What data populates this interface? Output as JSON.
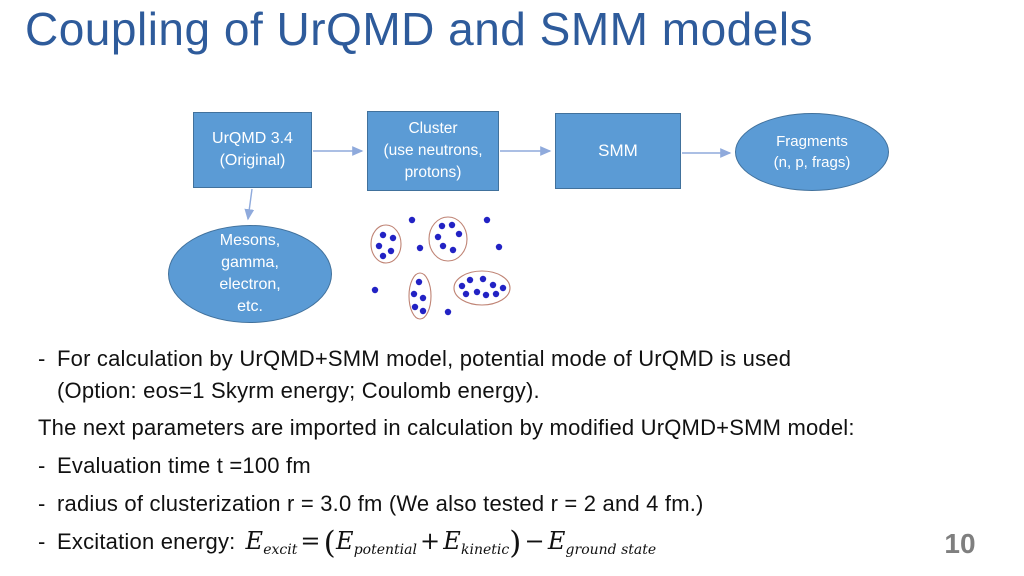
{
  "slide": {
    "title": "Coupling of UrQMD and SMM models",
    "page_number": "10"
  },
  "colors": {
    "title_text": "#2E5B9B",
    "shape_fill": "#5B9BD5",
    "shape_border": "#41719C",
    "connector": "#8FAADC",
    "scatter_dot": "#2222C4",
    "cluster_outline": "#BF8374",
    "body_text": "#111111",
    "page_number": "#7F7F7F"
  },
  "diagram": {
    "box_urqmd": "UrQMD 3.4\n(Original)",
    "box_cluster": "Cluster\n(use neutrons,\nprotons)",
    "box_smm": "SMM",
    "ellipse_fragments": "Fragments\n(n, p, frags)",
    "ellipse_mesons": "Mesons,\ngamma,\nelectron,\netc."
  },
  "body": {
    "dash": "-",
    "line1": "For calculation by UrQMD+SMM model, potential mode of UrQMD is used",
    "line2": "(Option: eos=1 Skyrm energy; Coulomb energy).",
    "line3": "The next parameters are imported in calculation by modified UrQMD+SMM model:",
    "line4": "Evaluation time t =100 fm",
    "line5": "radius of clusterization r = 3.0 fm (We also tested r = 2 and 4 fm.)",
    "line6_label": "Excitation energy:",
    "formula": {
      "lhs_base": "E",
      "lhs_sub": "excit",
      "equals": "=",
      "lparen": "(",
      "t1_base": "E",
      "t1_sub": "potential",
      "plus": "+",
      "t2_base": "E",
      "t2_sub": "kinetic",
      "rparen": ")",
      "minus": "−",
      "rhs_base": "E",
      "rhs_sub": "ground state"
    }
  }
}
